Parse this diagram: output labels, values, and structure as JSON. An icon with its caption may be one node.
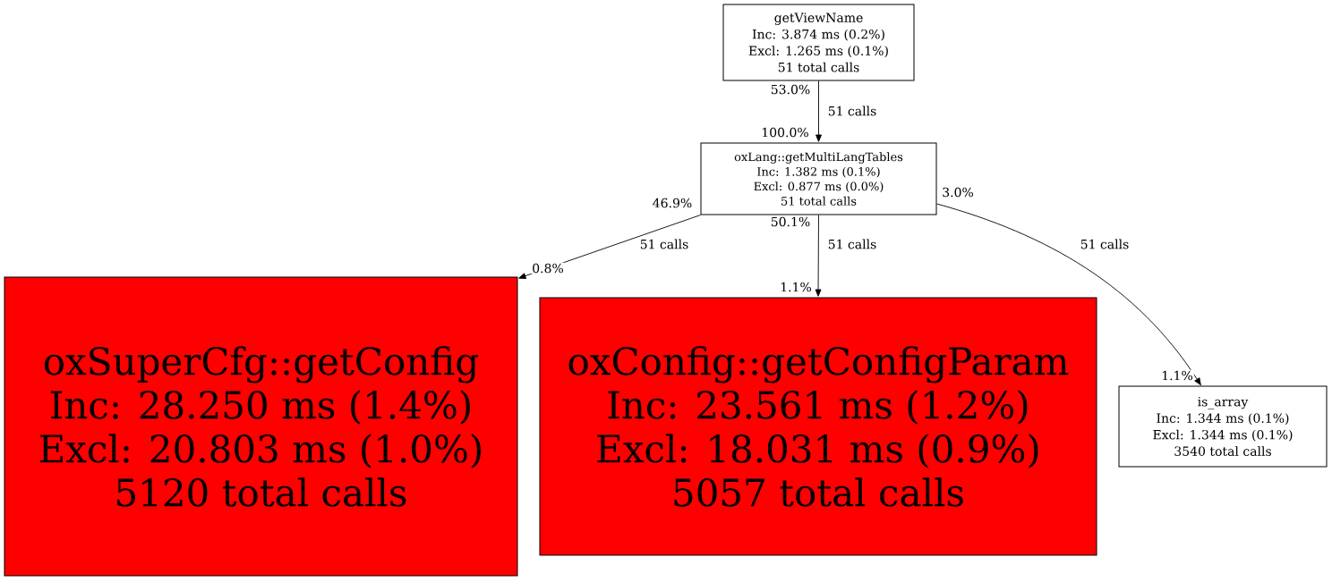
{
  "diagram": {
    "nodes": [
      {
        "text": [
          "getViewName",
          "Inc: 3.874 ms (0.2%)",
          "Excl: 1.265 ms (0.1%)",
          "51 total calls"
        ]
      },
      {
        "text": [
          "oxLang::getMultiLangTables",
          "Inc: 1.382 ms (0.1%)",
          "Excl: 0.877 ms (0.0%)",
          "51 total calls"
        ]
      },
      {
        "text": [
          "oxSuperCfg::getConfig",
          "Inc: 28.250 ms (1.4%)",
          "Excl: 20.803 ms (1.0%)",
          "5120 total calls"
        ]
      },
      {
        "text": [
          "oxConfig::getConfigParam",
          "Inc: 23.561 ms (1.2%)",
          "Excl: 18.031 ms (0.9%)",
          "5057 total calls"
        ]
      },
      {
        "text": [
          "is_array",
          "Inc: 1.344 ms (0.1%)",
          "Excl: 1.344 ms (0.1%)",
          "3540 total calls"
        ]
      }
    ],
    "edges": [
      {
        "from": 0,
        "to": 1,
        "arrow": "to",
        "label": "51 calls"
      },
      {
        "from": 1,
        "to": 2,
        "arrow": "to",
        "label": "51 calls"
      },
      {
        "from": 1,
        "to": 3,
        "arrow": "to",
        "label": "51 calls"
      },
      {
        "from": 1,
        "to": 4,
        "arrow": "to",
        "label": "51 calls"
      }
    ],
    "labels": [
      "53.0%",
      "100.0%",
      "46.9%",
      "50.1%",
      "3.0%",
      "0.8%",
      "1.1%",
      "1.1%"
    ]
  }
}
